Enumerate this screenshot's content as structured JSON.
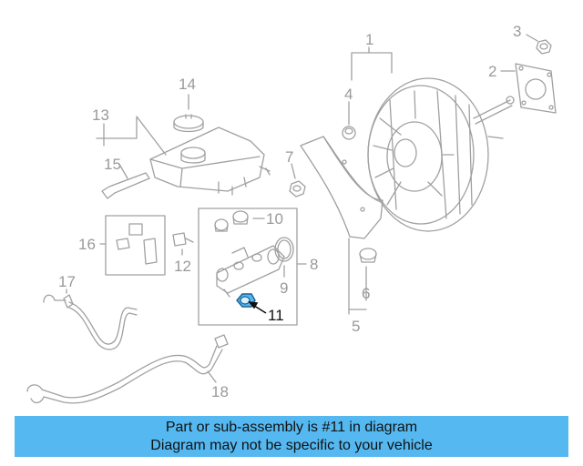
{
  "callouts": {
    "c1": "1",
    "c2": "2",
    "c3": "3",
    "c4": "4",
    "c5": "5",
    "c6": "6",
    "c7": "7",
    "c8": "8",
    "c9": "9",
    "c10": "10",
    "c11": "11",
    "c12": "12",
    "c13": "13",
    "c14": "14",
    "c15": "15",
    "c16": "16",
    "c17": "17",
    "c18": "18"
  },
  "highlighted_part": "11",
  "colors": {
    "highlight": "#55b8f0",
    "line": "#a0a0a0",
    "banner": "#55b8f0"
  },
  "banner": {
    "line1": "Part or sub-assembly is #11 in diagram",
    "line2": "Diagram may not be specific to your vehicle"
  }
}
